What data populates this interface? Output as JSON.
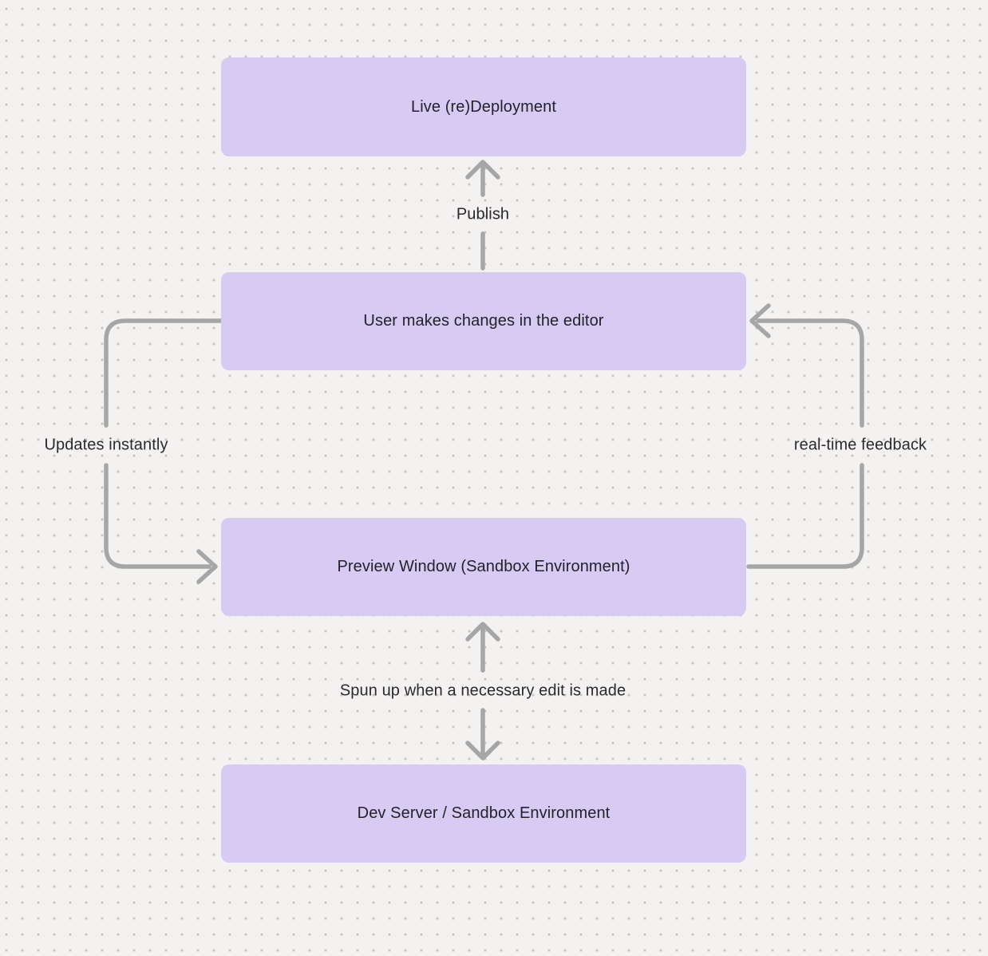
{
  "diagram": {
    "nodes": [
      {
        "id": "live-redeployment",
        "label": "Live (re)Deployment"
      },
      {
        "id": "user-editor",
        "label": "User makes changes in the editor"
      },
      {
        "id": "preview-window",
        "label": "Preview Window (Sandbox Environment)"
      },
      {
        "id": "dev-server",
        "label": "Dev Server / Sandbox Environment"
      }
    ],
    "edge_labels": {
      "publish": "Publish",
      "updates_instantly": "Updates instantly",
      "realtime_feedback": "real-time feedback",
      "spun_up": "Spun up when a necessary edit is made"
    },
    "colors": {
      "background": "#f3f2f1",
      "dot": "#c6c5c3",
      "node_fill": "#d8cbf3",
      "node_text": "#222228",
      "arrow": "#a6a6a6",
      "label_text": "#2a2a2e"
    }
  }
}
